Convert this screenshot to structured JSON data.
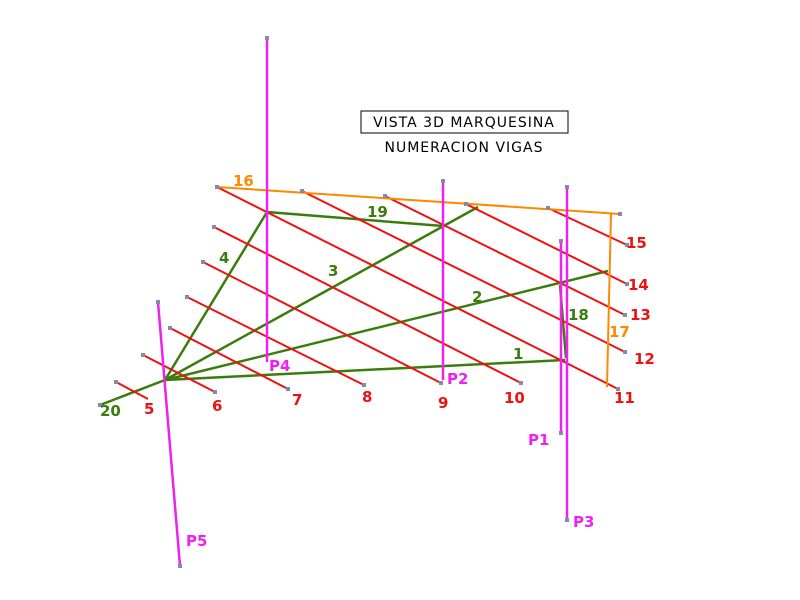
{
  "title": "VISTA 3D MARQUESINA",
  "subtitle": "NUMERACION VIGAS",
  "colors": {
    "beam_red": "#ee1111",
    "beam_green": "#3b7d0c",
    "beam_orange": "#ff8800",
    "pillar_magenta": "#ee22ee",
    "label_red": "#ee1111",
    "label_green": "#3b7d0c",
    "label_orange": "#ff8800",
    "label_magenta": "#ee22ee"
  },
  "beam_labels": {
    "b1": "1",
    "b2": "2",
    "b3": "3",
    "b4": "4",
    "b5": "5",
    "b6": "6",
    "b7": "7",
    "b8": "8",
    "b9": "9",
    "b10": "10",
    "b11": "11",
    "b12": "12",
    "b13": "13",
    "b14": "14",
    "b15": "15",
    "b16": "16",
    "b17": "17",
    "b18": "18",
    "b19": "19",
    "b20": "20"
  },
  "pillar_labels": {
    "p1": "P1",
    "p2": "P2",
    "p3": "P3",
    "p4": "P4",
    "p5": "P5"
  }
}
